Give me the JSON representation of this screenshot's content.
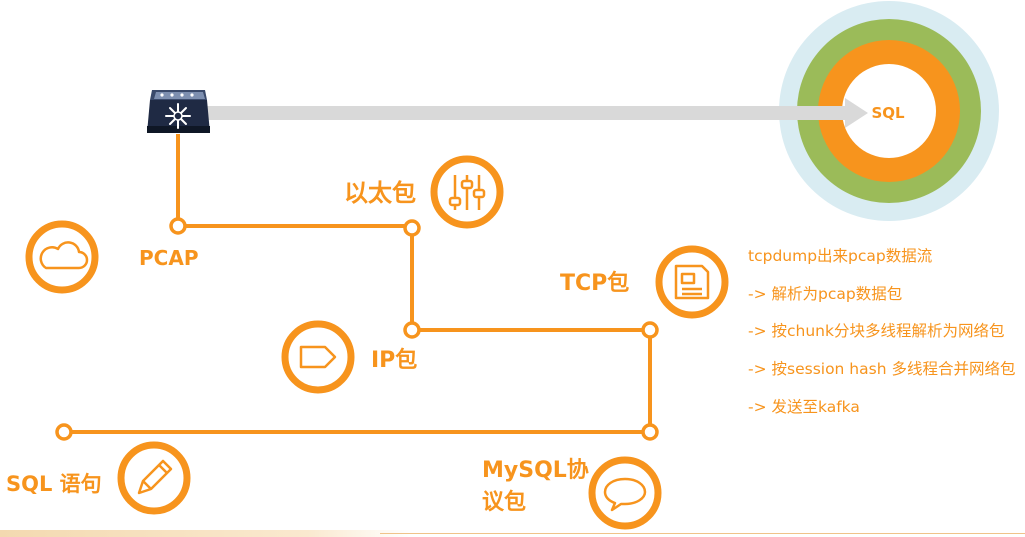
{
  "colors": {
    "accent": "#f7941d",
    "ring_outer": "#d9ecf2",
    "ring_middle": "#9bbb59",
    "ring_inner": "#f7941d",
    "arrow": "#d9d9d9",
    "device": "#1f2a44"
  },
  "target": {
    "label": "SQL"
  },
  "nodes": [
    {
      "id": "pcap",
      "label": "PCAP",
      "icon": "cloud-icon"
    },
    {
      "id": "ethernet",
      "label": "以太包",
      "icon": "sliders-icon"
    },
    {
      "id": "tcp",
      "label": "TCP包",
      "icon": "document-icon"
    },
    {
      "id": "ip",
      "label": "IP包",
      "icon": "tag-icon"
    },
    {
      "id": "sql",
      "label": "SQL 语句",
      "icon": "pencil-icon"
    },
    {
      "id": "mysql",
      "label_line1": "MySQL协",
      "label_line2": "议包",
      "icon": "chat-bubble-icon"
    }
  ],
  "steps": [
    "tcpdump出来pcap数据流",
    "-> 解析为pcap数据包",
    "-> 按chunk分块多线程解析为网络包",
    "-> 按session hash 多线程合并网络包",
    "-> 发送至kafka"
  ],
  "device": {
    "icon": "network-switch-icon"
  }
}
